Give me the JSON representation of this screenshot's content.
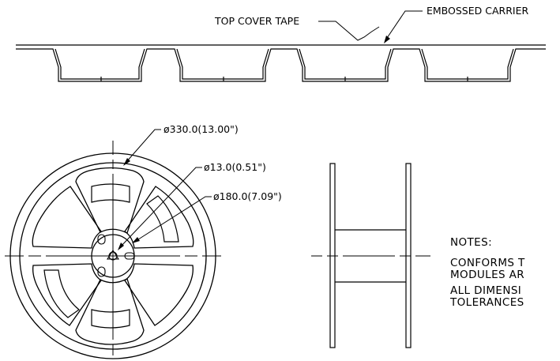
{
  "tape_labels": {
    "top_cover_tape": "TOP COVER TAPE",
    "embossed_carrier": "EMBOSSED CARRIER"
  },
  "dimensions": {
    "reel_outer_diameter": "ø330.0(13.00\")",
    "hub_hole_diameter": "ø13.0(0.51\")",
    "hub_diameter": "ø180.0(7.09\")"
  },
  "notes": {
    "heading": "NOTES:",
    "line1": "CONFORMS T",
    "line2": "MODULES AR",
    "line3": "ALL DIMENSI",
    "line4": "TOLERANCES"
  },
  "colors": {
    "line": "#000000",
    "background": "#ffffff"
  }
}
